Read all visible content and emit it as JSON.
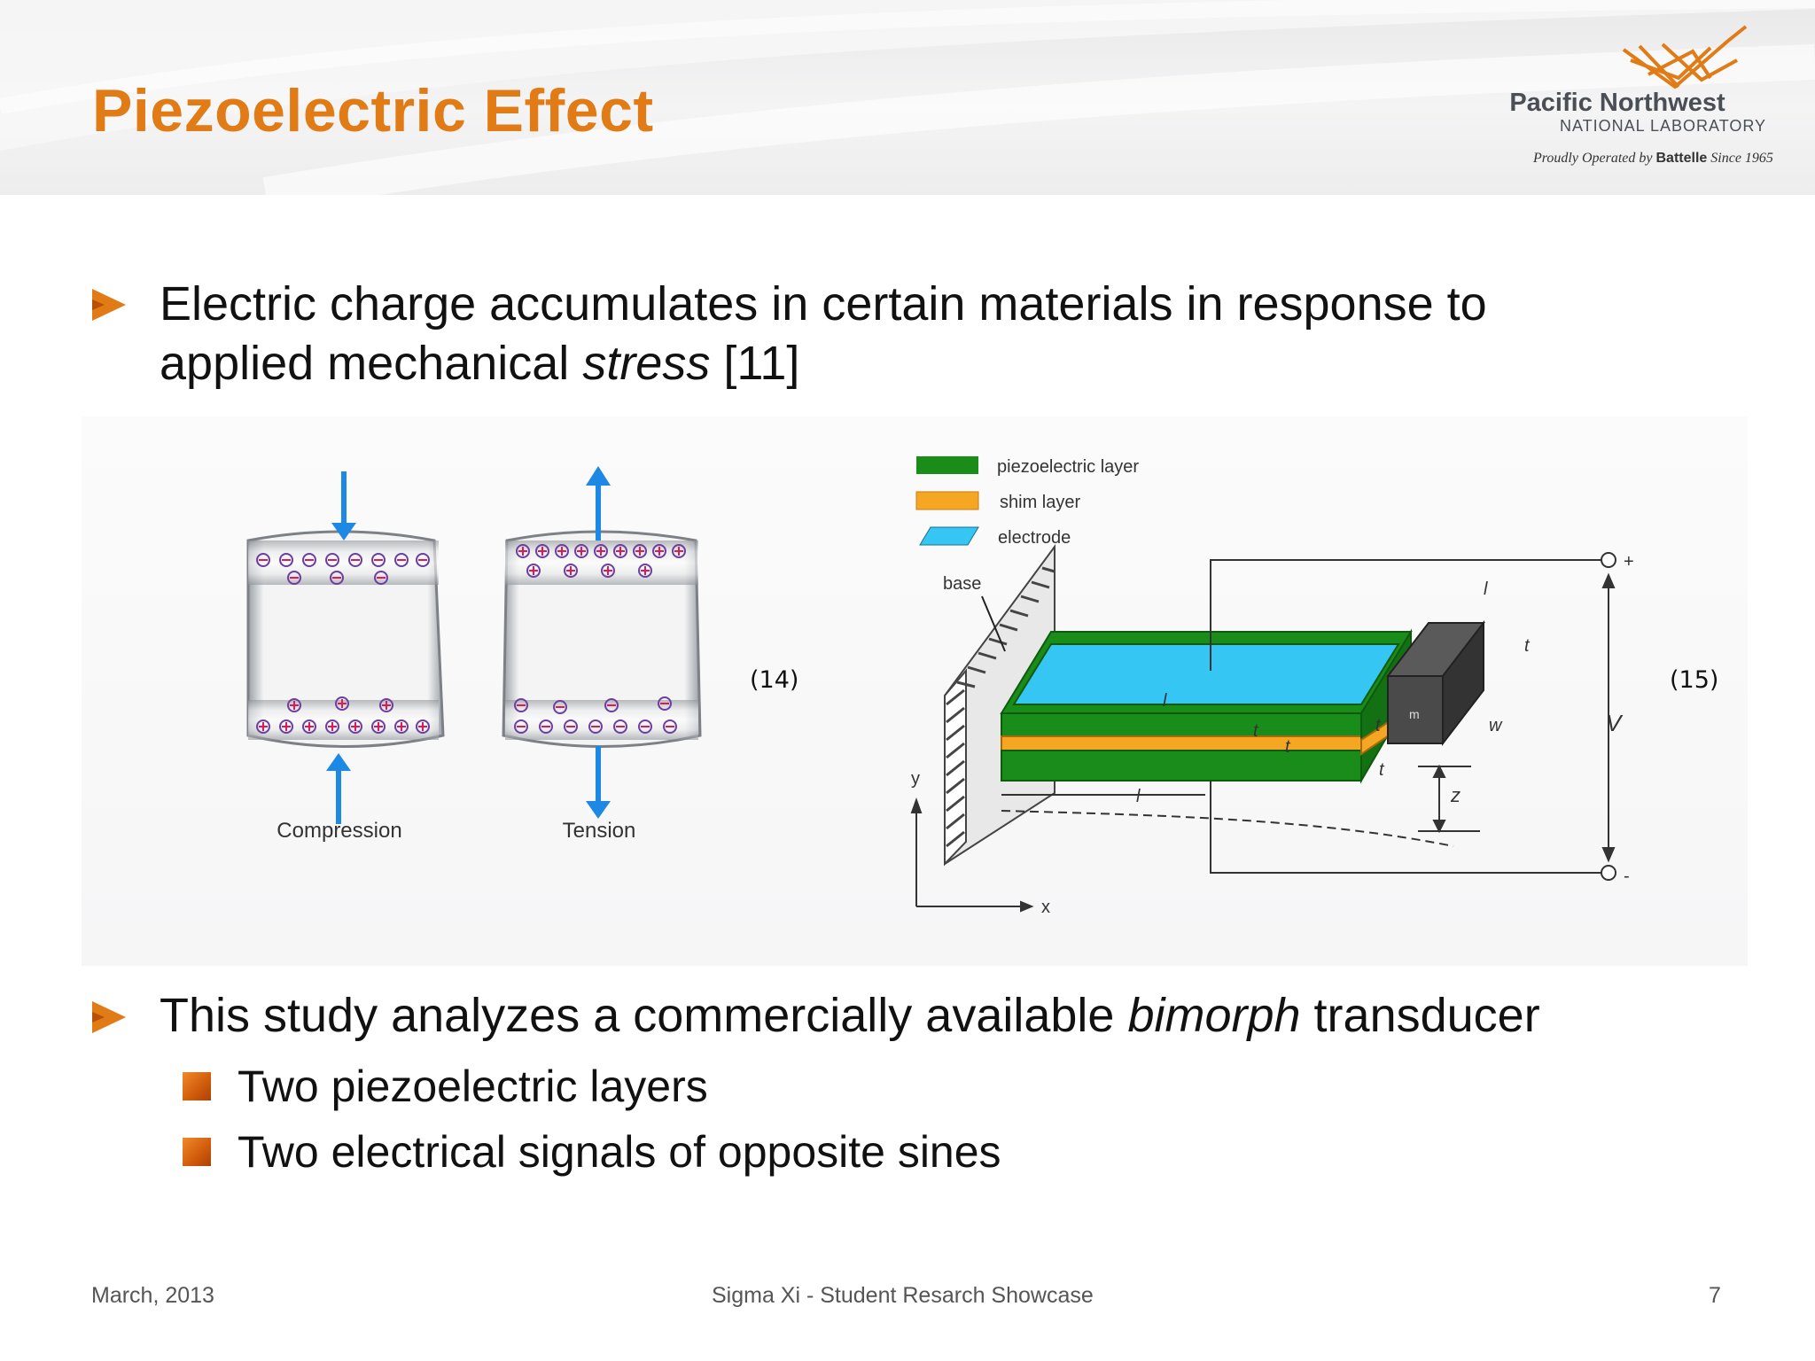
{
  "slide": {
    "title": "Piezoelectric Effect",
    "logo": {
      "name": "Pacific Northwest",
      "subtitle": "NATIONAL LABORATORY",
      "tagline_prefix": "Proudly Operated by",
      "tagline_brand": "Battelle",
      "tagline_suffix": "Since 1965",
      "accent_color": "#e07b16"
    },
    "bullets": [
      {
        "line1": "Electric charge accumulates in certain materials in response to",
        "line2_pre": "applied mechanical ",
        "line2_em": "stress",
        "line2_post": " [11]"
      },
      {
        "text_pre": "This study analyzes a commercially available ",
        "text_em": "bimorph",
        "text_post": " transducer",
        "sub": [
          "Two piezoelectric layers",
          "Two electrical signals of opposite sines"
        ]
      }
    ],
    "figures": {
      "left": {
        "ref": "(14)",
        "labels": [
          "Compression",
          "Tension"
        ],
        "colors": {
          "arrow": "#1e88e5",
          "cylinder": "#9aa0a6"
        }
      },
      "right": {
        "ref": "(15)",
        "legend": [
          "piezoelectric layer",
          "shim layer",
          "electrode"
        ],
        "legend_colors": [
          "#1a8c1a",
          "#f5a623",
          "#35c6f4"
        ],
        "base_label": "base",
        "mass_label": "m",
        "axis_y": "y",
        "axis_x": "x",
        "terminal_plus": "+",
        "terminal_minus": "-",
        "voltage": "V",
        "z_label": "z",
        "dim_labels": [
          "l",
          "l",
          "t",
          "w",
          "t",
          "t",
          "t",
          "t",
          "l"
        ]
      }
    },
    "footer": {
      "date": "March, 2013",
      "event": "Sigma Xi - Student Resarch Showcase",
      "page": "7"
    }
  }
}
